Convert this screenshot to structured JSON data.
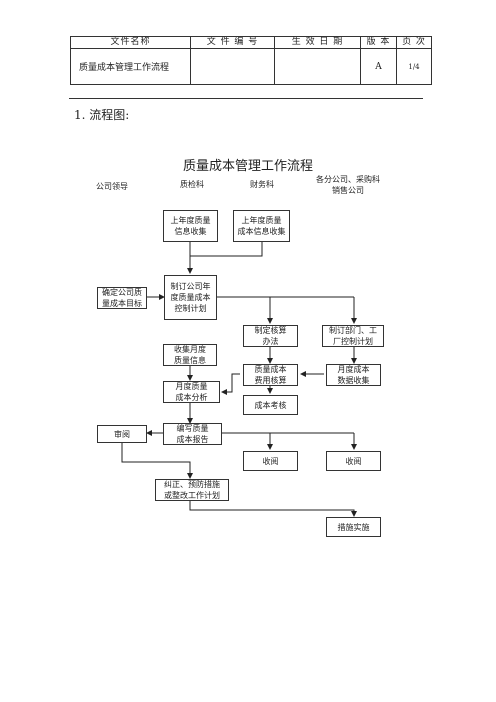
{
  "header": {
    "col_name": "文件名称",
    "col_number": "文 件 编 号",
    "col_date": "生 效 日 期",
    "col_version": "版 本",
    "col_page": "页 次",
    "file_name": "质量成本管理工作流程",
    "file_number": "",
    "effective_date": "",
    "version": "A",
    "page": "1/4"
  },
  "section_heading": "1. 流程图:",
  "flow": {
    "title": "质量成本管理工作流程",
    "columns": {
      "company_leader": "公司领导",
      "quality_dept": "质检科",
      "finance_dept": "财务科",
      "branches_line1": "各分公司、采购科",
      "branches_line2": "销售公司"
    },
    "boxes": {
      "prev_year_quality_l1": "上年度质量",
      "prev_year_quality_l2": "信息收集",
      "prev_year_cost_l1": "上年度质量",
      "prev_year_cost_l2": "成本信息收集",
      "set_target_l1": "确定公司质",
      "set_target_l2": "量成本目标",
      "annual_plan_l1": "制订公司年",
      "annual_plan_l2": "度质量成本",
      "annual_plan_l3": "控制计划",
      "accounting_method_l1": "制定核算",
      "accounting_method_l2": "办法",
      "dept_plan_l1": "制订部门、工",
      "dept_plan_l2": "厂控制计划",
      "monthly_quality_l1": "收集月度",
      "monthly_quality_l2": "质量信息",
      "cost_accounting_l1": "质量成本",
      "cost_accounting_l2": "费用核算",
      "monthly_data_l1": "月度成本",
      "monthly_data_l2": "数据收集",
      "monthly_analysis_l1": "月度质量",
      "monthly_analysis_l2": "成本分析",
      "cost_assessment": "成本考核",
      "review": "审阅",
      "report_l1": "编写质量",
      "report_l2": "成本报告",
      "receive_finance": "收阅",
      "receive_branch": "收阅",
      "corrective_l1": "纠正、预防措施",
      "corrective_l2": "或整改工作计划",
      "implement": "措施实施"
    }
  }
}
